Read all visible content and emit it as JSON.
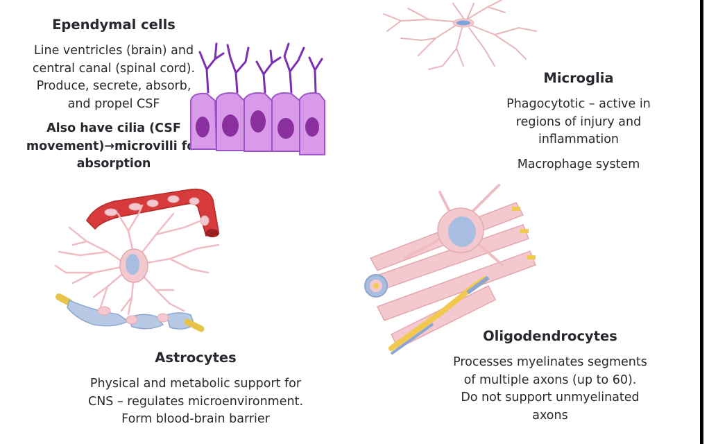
{
  "ependymal": {
    "title": "Ependymal cells",
    "desc_lines": [
      "Line ventricles (brain) and",
      "central canal (spinal cord).",
      "Produce, secrete, absorb,",
      "and propel CSF"
    ],
    "bold_lines": [
      "Also have cilia (CSF",
      "movement)→microvilli for",
      "absorption"
    ]
  },
  "microglia": {
    "title": "Microglia",
    "desc_lines": [
      "Phagocytotic – active in",
      "regions of injury and",
      "inflammation"
    ],
    "extra": "Macrophage system"
  },
  "astrocytes": {
    "title": "Astrocytes",
    "desc_lines": [
      "Physical and metabolic support for",
      "CNS – regulates microenvironment.",
      "Form blood-brain barrier"
    ]
  },
  "oligodendrocytes": {
    "title": "Oligodendrocytes",
    "desc_lines": [
      "Processes myelinates segments",
      "of multiple axons (up to 60).",
      "Do not support unmyelinated",
      "axons"
    ]
  },
  "colors": {
    "ependymal_cell": "#c98be0",
    "ependymal_nucleus": "#8a2f9e",
    "cell_body": "#f3c9cf",
    "nucleus": "#a9bde0",
    "blood_vessel": "#d63a3a",
    "myelin": "#e8d24a",
    "myelin_blue": "#9fb6de"
  }
}
